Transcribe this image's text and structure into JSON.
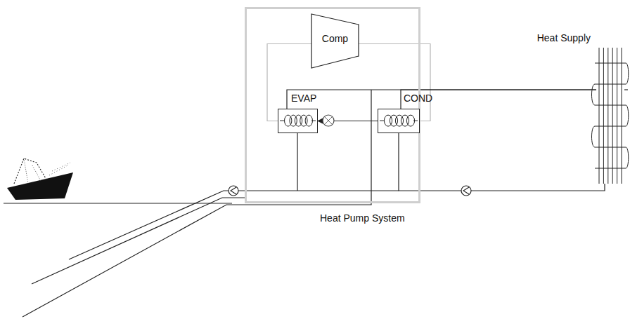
{
  "diagram": {
    "nodes": [
      {
        "text": [
          "Heat Pump System"
        ]
      },
      {
        "text": [
          "Comp"
        ],
        "in": 0
      },
      {
        "text": [
          "EVAP"
        ],
        "in": 0
      },
      {
        "text": [
          "COND"
        ],
        "in": 0
      },
      {
        "text": [
          "Heat Supply"
        ]
      }
    ],
    "edges": [
      {
        "from": 1,
        "to": 3,
        "arrow": "none"
      },
      {
        "from": 3,
        "to": 2,
        "arrow": "to"
      },
      {
        "from": 2,
        "to": 1,
        "arrow": "none"
      },
      {
        "from": 2,
        "to": 4,
        "arrow": "none"
      },
      {
        "from": 3,
        "to": 4,
        "arrow": "none"
      },
      {
        "from": 3,
        "to": 4,
        "arrow": "none"
      }
    ]
  }
}
